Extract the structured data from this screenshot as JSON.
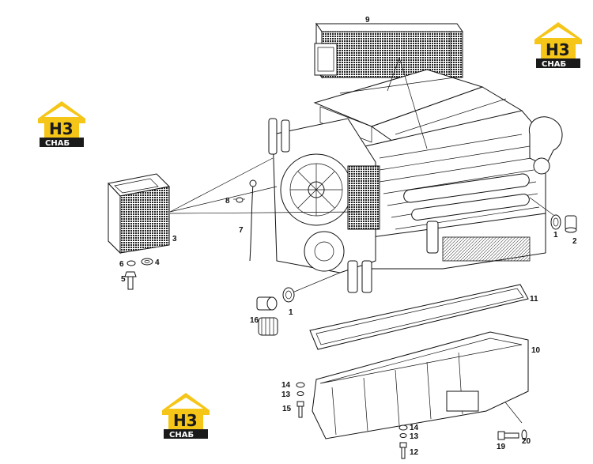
{
  "diagram": {
    "callouts": [
      {
        "id": "c9",
        "label": "9"
      },
      {
        "id": "c3",
        "label": "3"
      },
      {
        "id": "c6",
        "label": "6"
      },
      {
        "id": "c4",
        "label": "4"
      },
      {
        "id": "c5",
        "label": "5"
      },
      {
        "id": "c8",
        "label": "8"
      },
      {
        "id": "c7",
        "label": "7"
      },
      {
        "id": "c1a",
        "label": "1"
      },
      {
        "id": "c2",
        "label": "2"
      },
      {
        "id": "c1b",
        "label": "1"
      },
      {
        "id": "c16",
        "label": "16"
      },
      {
        "id": "c11",
        "label": "11"
      },
      {
        "id": "c10",
        "label": "10"
      },
      {
        "id": "c14a",
        "label": "14"
      },
      {
        "id": "c13a",
        "label": "13"
      },
      {
        "id": "c15",
        "label": "15"
      },
      {
        "id": "c14b",
        "label": "14"
      },
      {
        "id": "c13b",
        "label": "13"
      },
      {
        "id": "c12",
        "label": "12"
      },
      {
        "id": "c19",
        "label": "19"
      },
      {
        "id": "c20",
        "label": "20"
      }
    ]
  },
  "watermark": {
    "letters": "H3",
    "caption": "СНАБ",
    "colors": {
      "accent": "#f5c518",
      "dark": "#1a1a1a"
    }
  }
}
